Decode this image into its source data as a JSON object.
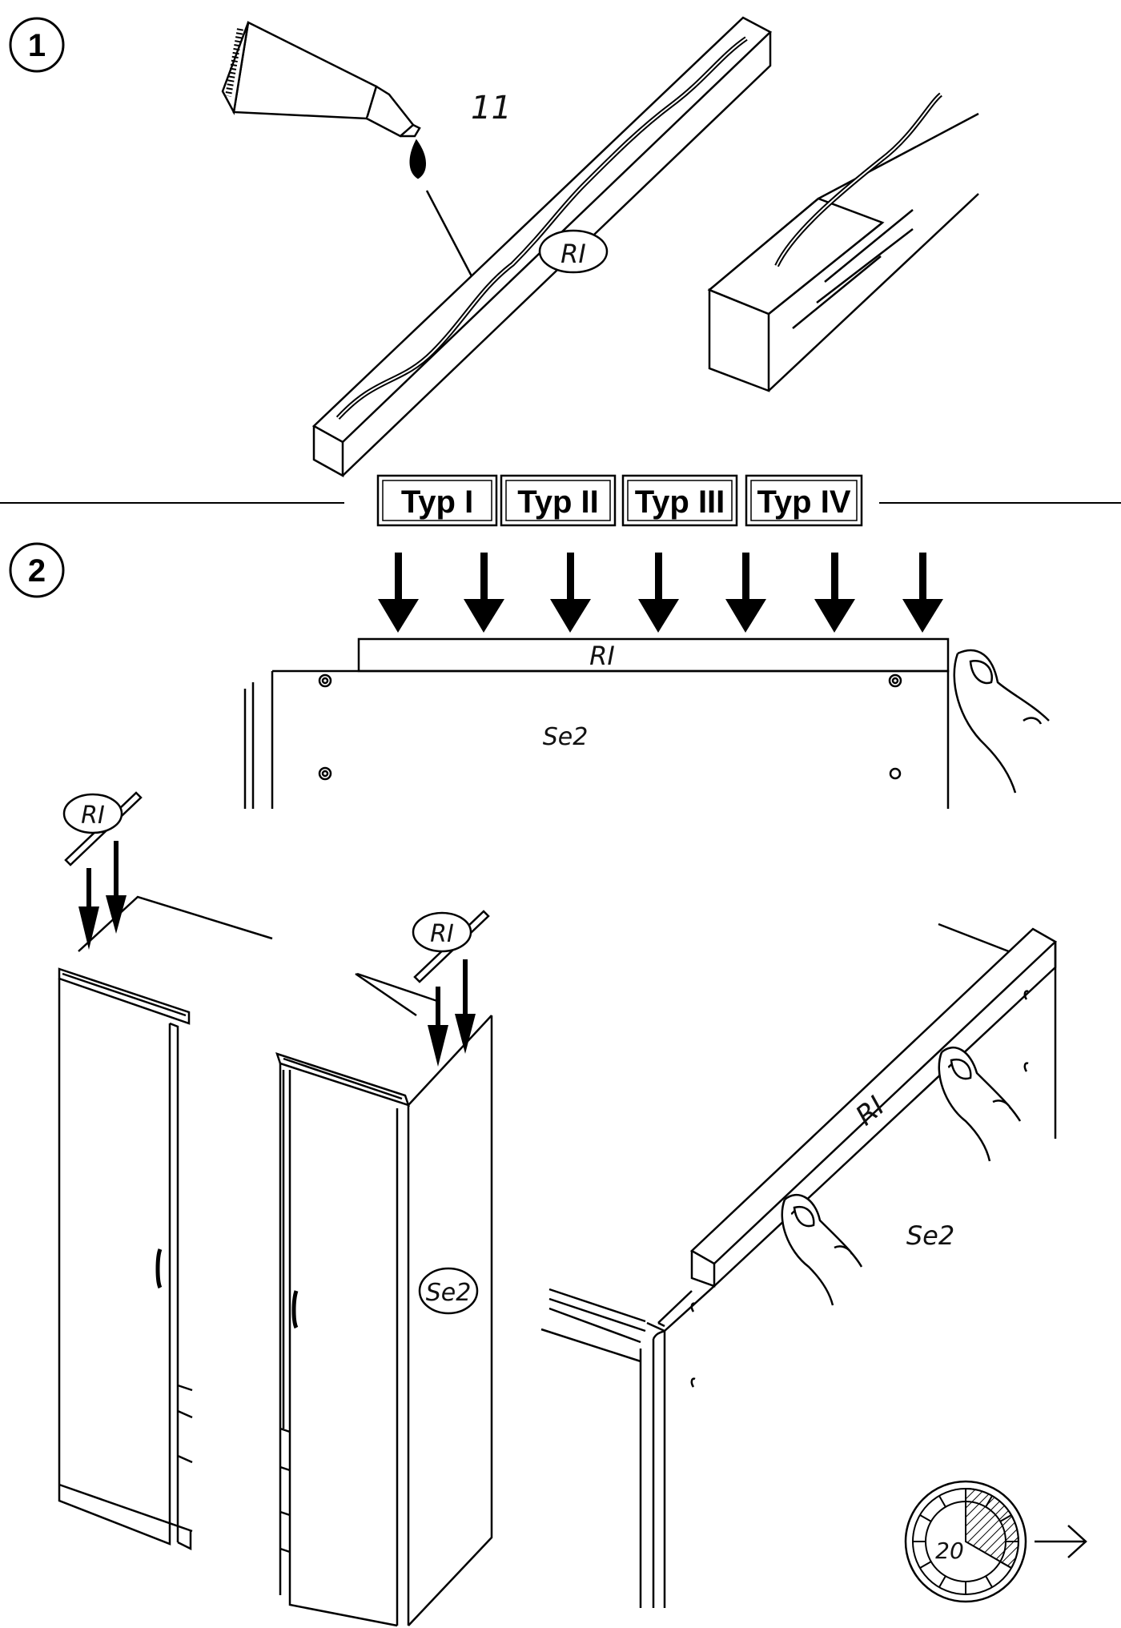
{
  "steps": {
    "step1": "1",
    "step2": "2"
  },
  "labels": {
    "glue_part": "11",
    "rail": "RI",
    "side_panel": "Se2"
  },
  "types": [
    "Typ I",
    "Typ II",
    "Typ III",
    "Typ IV"
  ],
  "timer": {
    "minutes": "20"
  }
}
